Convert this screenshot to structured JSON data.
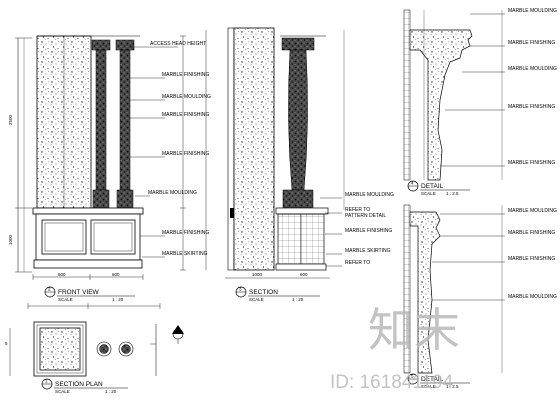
{
  "drawings": {
    "front_view": {
      "number": "2",
      "title": "FRONT VIEW",
      "scale_label": "SCALE",
      "scale_value": "1 : 20"
    },
    "section": {
      "number": "3",
      "title": "SECTION",
      "scale_label": "SCALE",
      "scale_value": "1 : 20"
    },
    "section_plan": {
      "number": "1",
      "title": "SECTION PLAN",
      "scale_label": "SCALE",
      "scale_value": "1 : 20"
    },
    "detail_a": {
      "number": "4",
      "title": "DETAIL",
      "scale_label": "SCALE",
      "scale_value": "1 : 2.5"
    },
    "detail_b": {
      "number": "5",
      "title": "DETAIL",
      "scale_label": "SCALE",
      "scale_value": "1 : 2.5"
    }
  },
  "annotations": {
    "top_note": "ACCESS HEAD HEIGHT",
    "marble_finishing": "MARBLE FINISHING",
    "marble_moulding": "MARBLE MOULDING",
    "refer_to": "REFER TO",
    "pattern_detail": "PATTERN DETAIL",
    "marble_skirting": "MARBLE SKIRTING"
  },
  "watermark": {
    "mark": "知末",
    "id_text": "ID: 161841194"
  }
}
